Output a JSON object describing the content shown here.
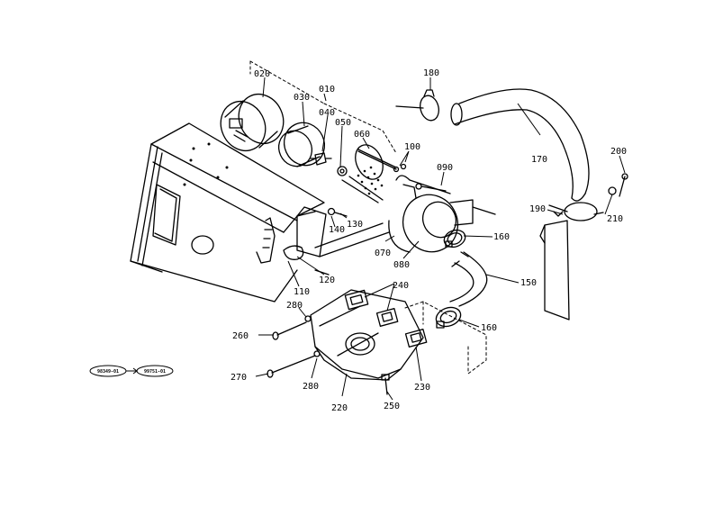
{
  "callouts": {
    "c010": "010",
    "c020": "020",
    "c030": "030",
    "c040": "040",
    "c050": "050",
    "c060": "060",
    "c070": "070",
    "c080": "080",
    "c090": "090",
    "c100": "100",
    "c110": "110",
    "c120": "120",
    "c130": "130",
    "c140": "140",
    "c150": "150",
    "c160a": "160",
    "c160b": "160",
    "c170": "170",
    "c180": "180",
    "c190": "190",
    "c200": "200",
    "c210": "210",
    "c220": "220",
    "c230": "230",
    "c240": "240",
    "c250": "250",
    "c260": "260",
    "c270": "270",
    "c280a": "280",
    "c280b": "280"
  },
  "serial_range": {
    "from": "98349-01",
    "to": "99751-01"
  }
}
